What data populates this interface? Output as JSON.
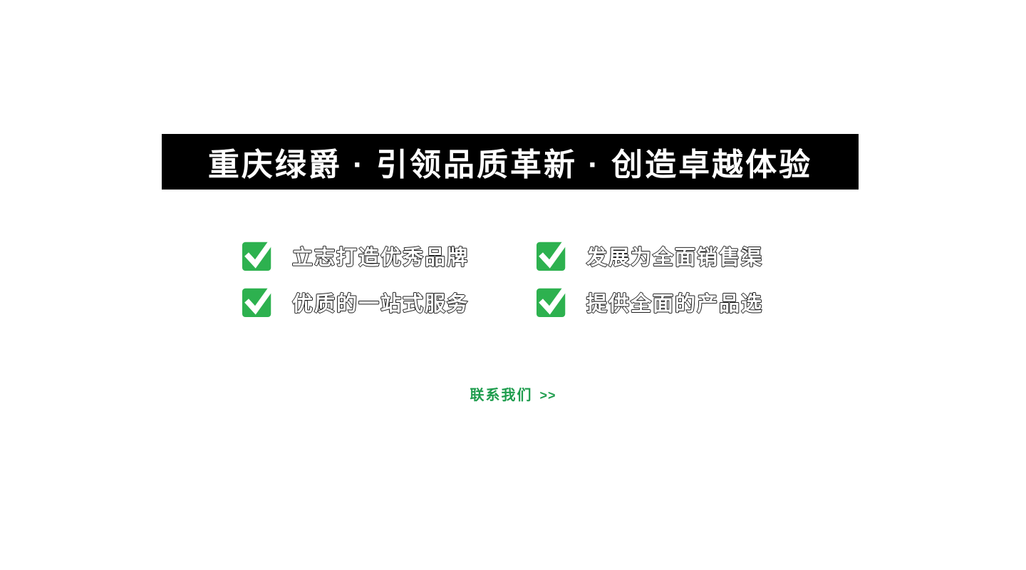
{
  "banner": {
    "title": "重庆绿爵 · 引领品质革新 · 创造卓越体验"
  },
  "features": [
    {
      "label": "立志打造优秀品牌"
    },
    {
      "label": "发展为全面销售渠"
    },
    {
      "label": "优质的一站式服务"
    },
    {
      "label": "提供全面的产品选"
    }
  ],
  "contact": {
    "label": "联系我们",
    "arrow": ">>"
  },
  "colors": {
    "banner_bg": "#000000",
    "check_green": "#2db14f",
    "link_green": "#1f9d4e"
  }
}
